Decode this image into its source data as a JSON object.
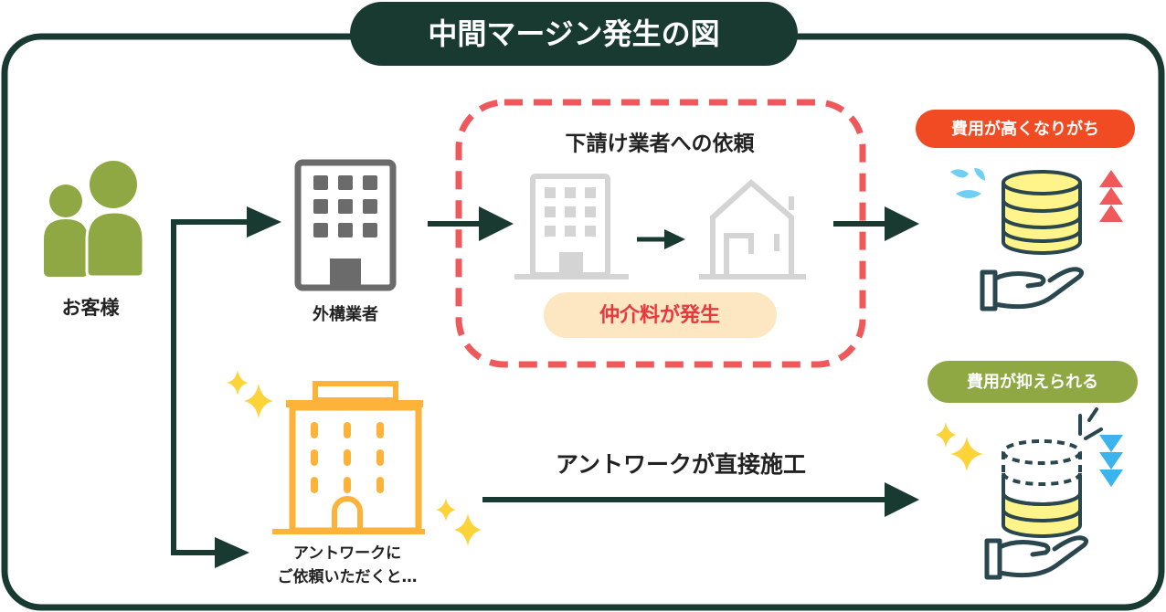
{
  "title": "中間マージン発生の図",
  "customer_label": "お客様",
  "contractor_label": "外構業者",
  "subcontract_label": "下請け業者への依頼",
  "fee_label": "仲介料が発生",
  "high_cost_badge": "費用が高くなりがち",
  "low_cost_badge": "費用が抑えられる",
  "direct_label": "アントワークが直接施工",
  "antwork_label_line1": "アントワークに",
  "antwork_label_line2": "ご依頼いただくと…",
  "colors": {
    "frame": "#183a30",
    "olive": "#8fa844",
    "red_dash": "#f0595c",
    "badge_red": "#f04b22",
    "fee_bg": "#fde6c2",
    "fee_text": "#e8383d",
    "orange_building": "#fdb33a",
    "coin": "#fff48a",
    "coin_stroke": "#2a4750"
  }
}
